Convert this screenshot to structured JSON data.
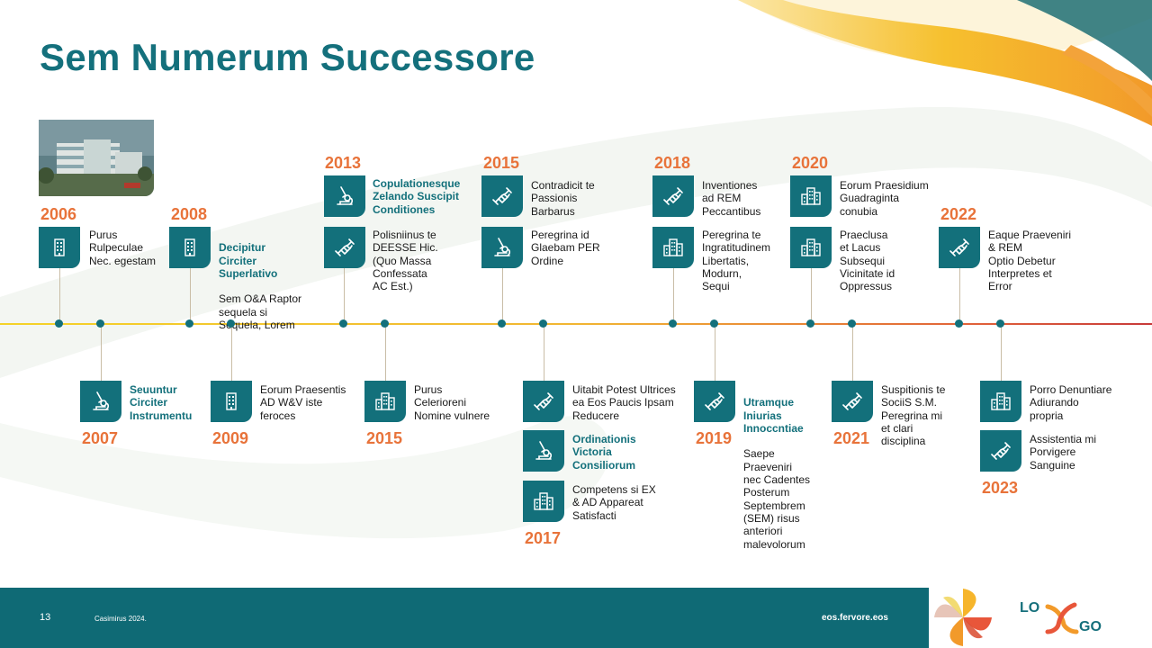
{
  "title": "Sem Numerum Successore",
  "colors": {
    "teal": "#13707b",
    "orange": "#e8733a",
    "footer": "#0f6a75"
  },
  "milestones": [
    {
      "id": "m2006",
      "year": "2006",
      "items": [
        {
          "icon": "building-icon",
          "text": "Purus\nRulpeculae\nNec. egestam"
        }
      ]
    },
    {
      "id": "m2007",
      "year": "2007",
      "items": [
        {
          "icon": "microscope-icon",
          "highlight": "Seuuntur\nCirciter\nInstrumentu"
        }
      ]
    },
    {
      "id": "m2008",
      "year": "2008",
      "items": [
        {
          "icon": "building-icon",
          "highlight": "Decipitur\nCirciter\nSuperlativo",
          "text": "Sem O&A Raptor\nsequela si\nSequela, Lorem"
        }
      ]
    },
    {
      "id": "m2009",
      "year": "2009",
      "items": [
        {
          "icon": "building-icon",
          "text": "Eorum Praesentis\nAD W&V iste\nferoces"
        }
      ]
    },
    {
      "id": "m2013",
      "year": "2013",
      "items": [
        {
          "icon": "microscope-icon",
          "highlight": "Copulationesque\nZelando Suscipit\nConditiones"
        },
        {
          "icon": "handshake-icon",
          "text": "Polisniinus te\nDEESSE Hic.\n(Quo Massa\nConfessata\nAC Est.)"
        }
      ]
    },
    {
      "id": "m2015a",
      "year": "2015",
      "items": [
        {
          "icon": "buildings-icon",
          "text": "Purus\nCelerioreni\nNomine vulnere"
        }
      ]
    },
    {
      "id": "m2015b",
      "year": "2015",
      "items": [
        {
          "icon": "handshake-icon",
          "text": "Contradicit te\nPassionis\nBarbarus"
        },
        {
          "icon": "microscope-icon",
          "text": "Peregrina id\nGlaebam PER\nOrdine"
        }
      ]
    },
    {
      "id": "m2017",
      "year": "2017",
      "items": [
        {
          "icon": "handshake-icon",
          "text": "Uitabit Potest Ultrices\nea Eos Paucis Ipsam\nReducere"
        },
        {
          "icon": "microscope-icon",
          "highlight": "Ordinationis\nVictoria\nConsiliorum"
        },
        {
          "icon": "buildings-icon",
          "text": "Competens si EX\n& AD Appareat\nSatisfacti"
        }
      ]
    },
    {
      "id": "m2018",
      "year": "2018",
      "items": [
        {
          "icon": "handshake-icon",
          "text": "Inventiones\nad REM\nPeccantibus"
        },
        {
          "icon": "buildings-icon",
          "text": "Peregrina te\nIngratitudinem\nLibertatis,\nModurn,\nSequi"
        }
      ]
    },
    {
      "id": "m2019",
      "year": "2019",
      "items": [
        {
          "icon": "handshake-icon",
          "highlight": "Utramque\nIniurias\nInnoccntiae",
          "text": "Saepe\nPraeveniri\nnec Cadentes\nPosterum\nSeptembrem\n(SEM) risus\nanteriori\nmalevolorum"
        }
      ]
    },
    {
      "id": "m2020",
      "year": "2020",
      "items": [
        {
          "icon": "buildings-icon",
          "text": "Eorum Praesidium\nGuadraginta\nconubia"
        },
        {
          "icon": "buildings-icon",
          "text": "Praeclusa\net Lacus\nSubsequi\nVicinitate id\nOppressus"
        }
      ]
    },
    {
      "id": "m2021",
      "year": "2021",
      "items": [
        {
          "icon": "handshake-icon",
          "text": "Suspitionis te\nSociiS S.M.\nPeregrina mi\net clari\ndisciplina"
        }
      ]
    },
    {
      "id": "m2022",
      "year": "2022",
      "items": [
        {
          "icon": "handshake-icon",
          "text": "Eaque Praeveniri\n& REM\nOptio Debetur\nInterpretes et\nError"
        }
      ]
    },
    {
      "id": "m2023",
      "year": "2023",
      "items": [
        {
          "icon": "buildings-icon",
          "text": "Porro Denuntiare\nAdiurando\npropria"
        },
        {
          "icon": "handshake-icon",
          "text": "Assistentia mi\nPorvigere\nSanguine"
        }
      ]
    }
  ],
  "footer": {
    "page_number": "13",
    "copyright": "Casimirus 2024.",
    "website": "eos.fervore.eos"
  },
  "logo": {
    "left": "LO",
    "right": "GO"
  }
}
